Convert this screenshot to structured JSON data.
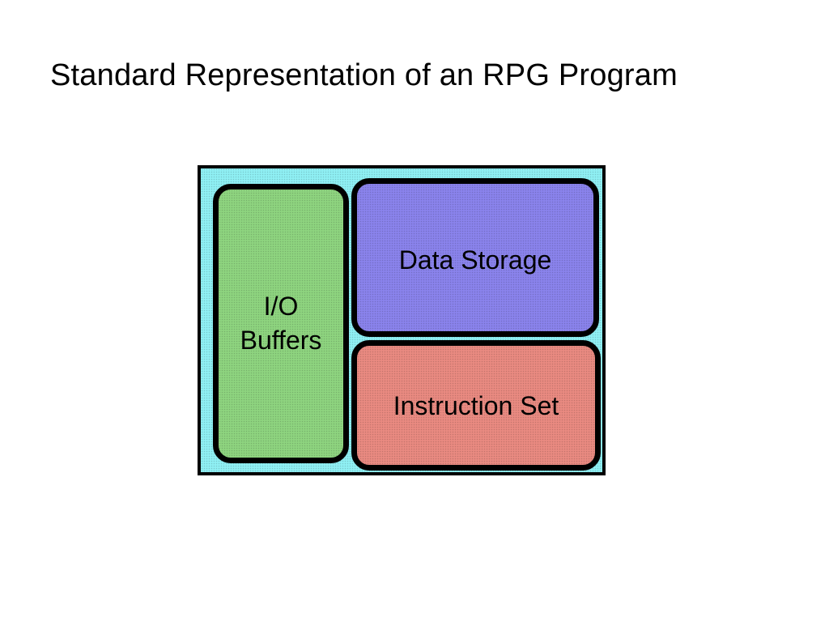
{
  "slide": {
    "title": "Standard Representation of an RPG Program"
  },
  "diagram": {
    "background_color": "#8ff0f4",
    "blocks": {
      "io_buffers": {
        "label": "I/O\nBuffers",
        "color": "#8ed47f"
      },
      "data_storage": {
        "label": "Data Storage",
        "color": "#8a83ec"
      },
      "instruction_set": {
        "label": "Instruction Set",
        "color": "#e98a81"
      }
    }
  }
}
